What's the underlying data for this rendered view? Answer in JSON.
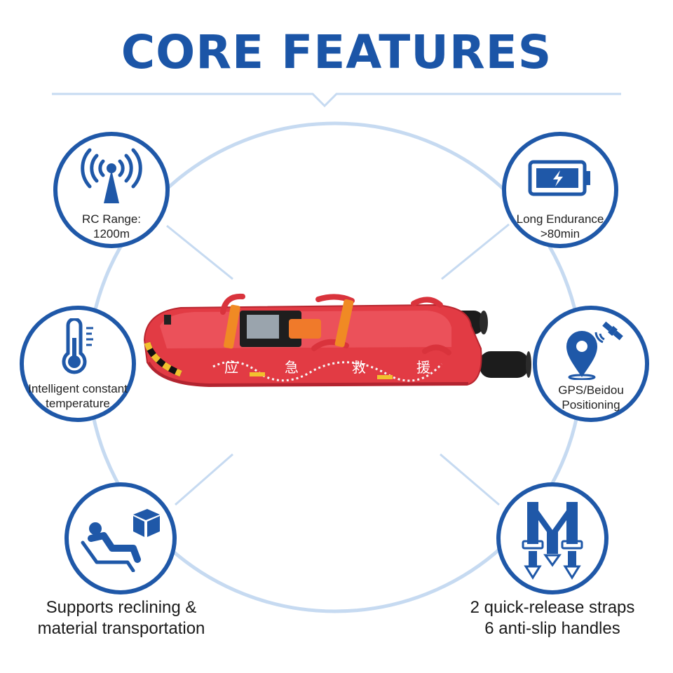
{
  "title": "CORE FEATURES",
  "colors": {
    "primary": "#1f58a8",
    "ring": "#c6daf1",
    "boat": "#e23b44"
  },
  "features": [
    {
      "id": "rc-range",
      "icon": "antenna-signal-icon",
      "line1": "RC Range:",
      "line2": "1200m"
    },
    {
      "id": "endurance",
      "icon": "battery-icon",
      "line1": "Long Endurance",
      "line2": ">80min"
    },
    {
      "id": "temperature",
      "icon": "thermometer-icon",
      "line1": "Intelligent constant",
      "line2": "temperature"
    },
    {
      "id": "positioning",
      "icon": "gps-satellite-icon",
      "line1": "GPS/Beidou",
      "line2": "Positioning"
    },
    {
      "id": "reclining",
      "icon": "reclining-person-box-icon",
      "line1": "Supports reclining &",
      "line2": "material transportation"
    },
    {
      "id": "straps",
      "icon": "strap-harness-icon",
      "line1": "2 quick-release straps",
      "line2": "6 anti-slip handles"
    }
  ],
  "boat": {
    "hull_text": [
      "应",
      "急",
      "救",
      "援"
    ]
  }
}
